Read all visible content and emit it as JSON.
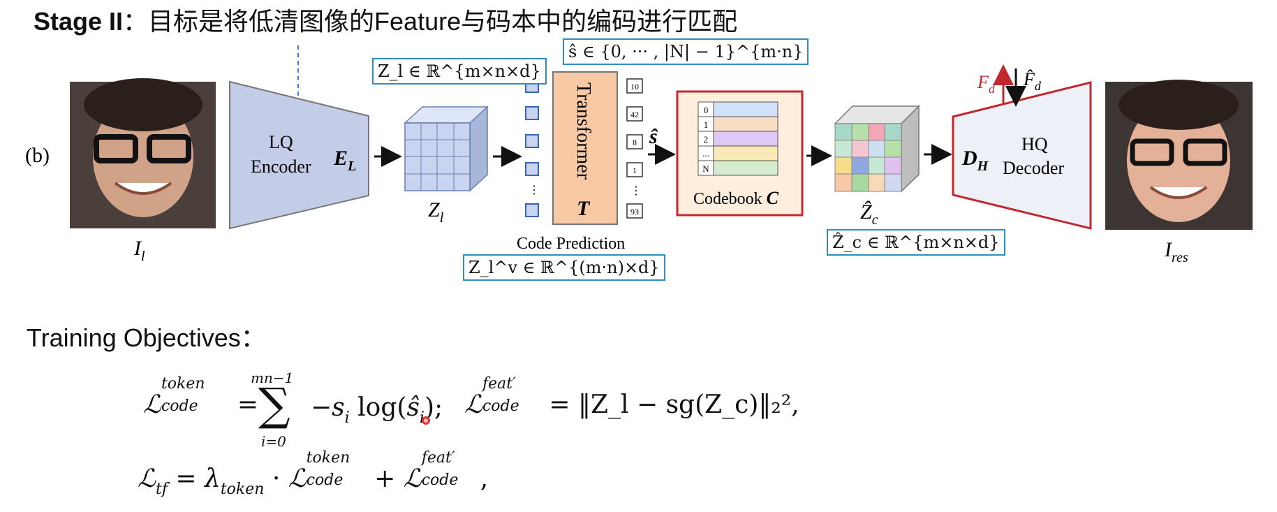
{
  "title": {
    "stage": "Stage II",
    "description": "：目标是将低清图像的Feature与码本中的编码进行匹配"
  },
  "diagram": {
    "panel_label": "(b)",
    "input_label": "I",
    "input_sub": "l",
    "encoder_line1": "LQ",
    "encoder_line2": "Encoder",
    "encoder_symbol": "E",
    "encoder_symbol_sub": "L",
    "zl_box": "Z_l ∈ ℝ^{m×n×d}",
    "zl_label": "Z",
    "zl_sub": "l",
    "zlv_box": "Z_l^v ∈ ℝ^{(m·n)×d}",
    "transformer_label": "Transformer",
    "transformer_symbol": "T",
    "code_prediction": "Code Prediction",
    "shat_box": "ŝ ∈ {0, ··· , |N| − 1}^{m·n}",
    "shat_label": "ŝ",
    "codes": [
      "10",
      "42",
      "8",
      "1",
      "93"
    ],
    "codebook_rows": [
      "0",
      "1",
      "2",
      "...",
      "N"
    ],
    "codebook_row_colors": [
      "#cfe0f7",
      "#f8dcc4",
      "#e0c8f4",
      "#f9eab8",
      "#d6ecd0"
    ],
    "codebook_label": "Codebook ",
    "codebook_symbol": "C",
    "zc_label": "Ẑ",
    "zc_sub": "c",
    "zc_box": "Ẑ_c ∈ ℝ^{m×n×d}",
    "decoder_symbol": "D",
    "decoder_symbol_sub": "H",
    "decoder_line1": "HQ",
    "decoder_line2": "Decoder",
    "fd_label": "F",
    "fd_sub": "d",
    "fdhat_label": "F̂",
    "fdhat_sub": "d",
    "output_label": "I",
    "output_sub": "res",
    "colors": {
      "blue_box": "#2b8fc4",
      "encoder_fill": "#c3cde8",
      "transformer_fill": "#f7c9a4",
      "codebook_border": "#c0282e",
      "codebook_fill": "#fdeedd",
      "decoder_border": "#c0282e",
      "decoder_fill": "#eef0f7"
    }
  },
  "objectives": {
    "heading": "Training Objectives：",
    "eq1_sum_top": "mn−1",
    "eq1_sum_bottom": "i=0",
    "eq2_tail": "= ‖Z_l − sg(Z_c)‖₂²,"
  }
}
